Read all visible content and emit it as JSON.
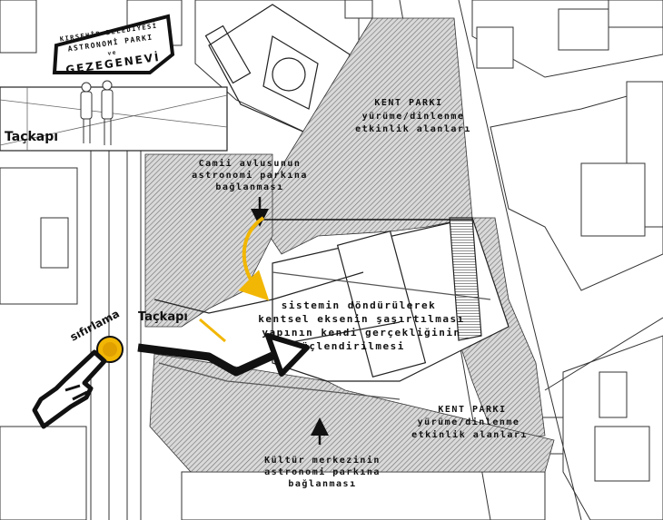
{
  "sign": {
    "line1": "KIRŞEHİR BELEDİYESİ",
    "line2": "ASTRONOMİ PARKI",
    "line3": "ve",
    "line4": "GEZEGENEVİ"
  },
  "inset_label": "Taçkapı",
  "labels": {
    "park_top": [
      "KENT PARKI",
      "yürüme/dinlenme",
      "etkinlik alanları"
    ],
    "mosque": [
      "Camii avlusunun",
      "astronomi parkına",
      "bağlanması"
    ],
    "gate": "Taçkapı",
    "rotation": [
      "sistemin döndürülerek",
      "kentsel eksenin şaşırtılması",
      "yapının kendi gerçekliğinin",
      "güçlendirilmesi"
    ],
    "park_bottom": [
      "KENT PARKI",
      "yürüme/dinlenme",
      "etkinlik alanları"
    ],
    "culture": [
      "Kültür merkezinin",
      "astronomi parkına",
      "bağlanması"
    ],
    "reset": "sıfırlama"
  },
  "colors": {
    "accent": "#f2b705",
    "ink": "#111111",
    "hatch": "#8a8a8a"
  },
  "icons": {
    "reset_button": "hand-pressing-button-icon",
    "direction": "thick-arrow-right-icon"
  }
}
